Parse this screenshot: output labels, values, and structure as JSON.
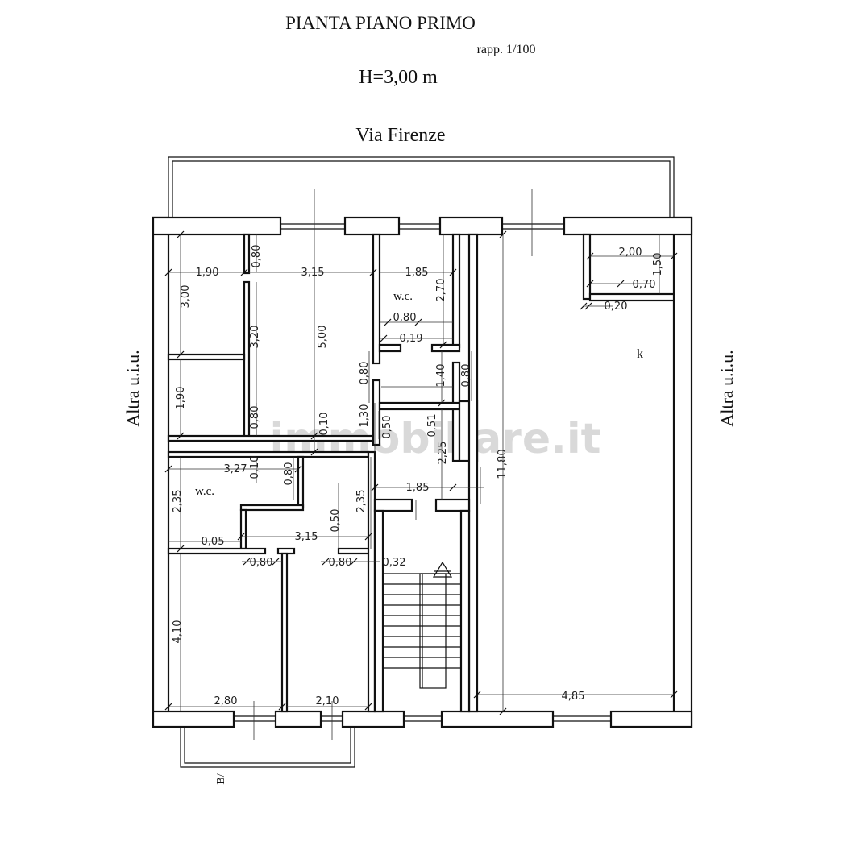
{
  "header": {
    "title": "PIANTA PIANO PRIMO",
    "scale": "rapp. 1/100",
    "height": "H=3,00 m"
  },
  "labels": {
    "street": "Via Firenze",
    "left_neighbor": "Altra u.i.u.",
    "right_neighbor": "Altra u.i.u.",
    "wc_top": "w.c.",
    "wc_left": "w.c.",
    "kitchen": "k",
    "entrance_mark": "B/",
    "watermark": "immobiliare.it"
  },
  "dimensions": {
    "d_190_top": "1,90",
    "d_080_top": "0,80",
    "d_315_top": "3,15",
    "d_185_top": "1,85",
    "d_270": "2,70",
    "d_080_wc": "0,80",
    "d_019": "0,19",
    "d_300": "3,00",
    "d_320": "3,20",
    "d_500": "5,00",
    "d_080_mid": "0,80",
    "d_140": "1,40",
    "d_080_right": "0,80",
    "d_190_left": "1,90",
    "d_080_left": "0,80",
    "d_010_a": "0,10",
    "d_130": "1,30",
    "d_050_a": "0,50",
    "d_051": "0,51",
    "d_225": "2,25",
    "d_1180": "11,80",
    "d_327": "3,27",
    "d_010_b": "0,10",
    "d_080_wc2": "0,80",
    "d_235_left": "2,35",
    "d_050_b": "0,50",
    "d_235_mid": "2,35",
    "d_185_mid": "1,85",
    "d_005": "0,05",
    "d_315_mid": "3,15",
    "d_080_b1": "0,80",
    "d_080_b2": "0,80",
    "d_032": "0,32",
    "d_410": "4,10",
    "d_280": "2,80",
    "d_210": "2,10",
    "d_485": "4,85",
    "d_200": "2,00",
    "d_150": "1,50",
    "d_070": "0,70",
    "d_020": "0,20"
  }
}
